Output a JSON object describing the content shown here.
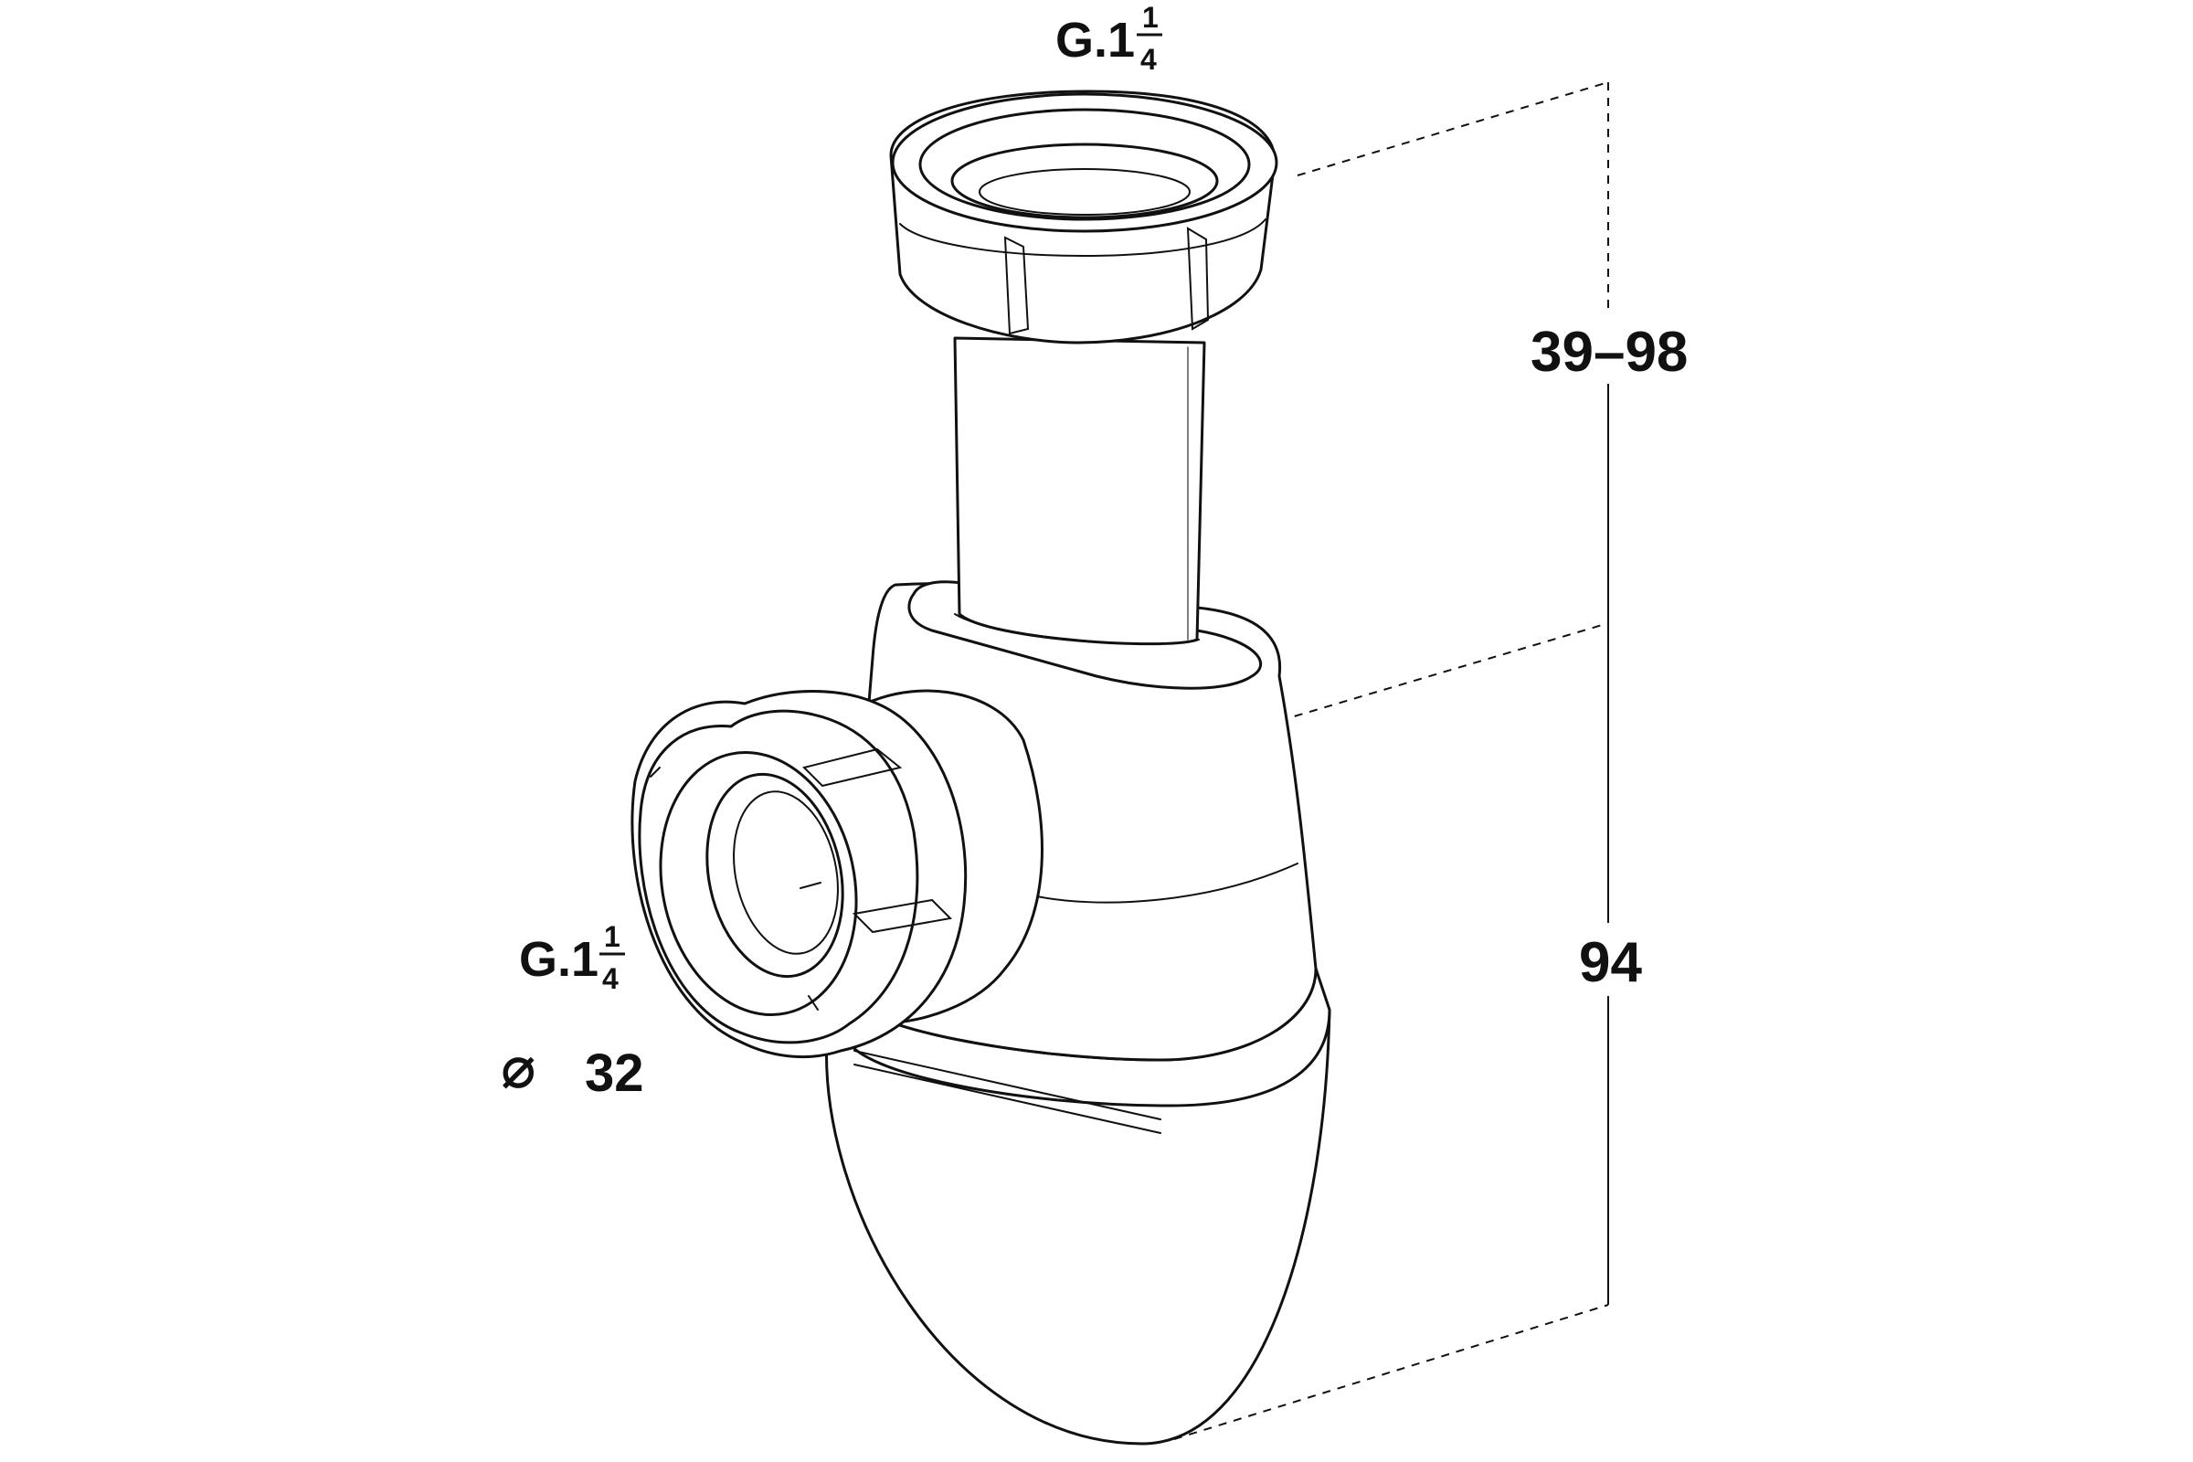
{
  "labels": {
    "top_thread_main": "G.1",
    "top_thread_num": "1",
    "top_thread_den": "4",
    "side_thread_main": "G.1",
    "side_thread_num": "1",
    "side_thread_den": "4",
    "diameter_symbol": "⌀",
    "diameter_value": "32",
    "height_adjust": "39–98",
    "height_total": "94"
  }
}
